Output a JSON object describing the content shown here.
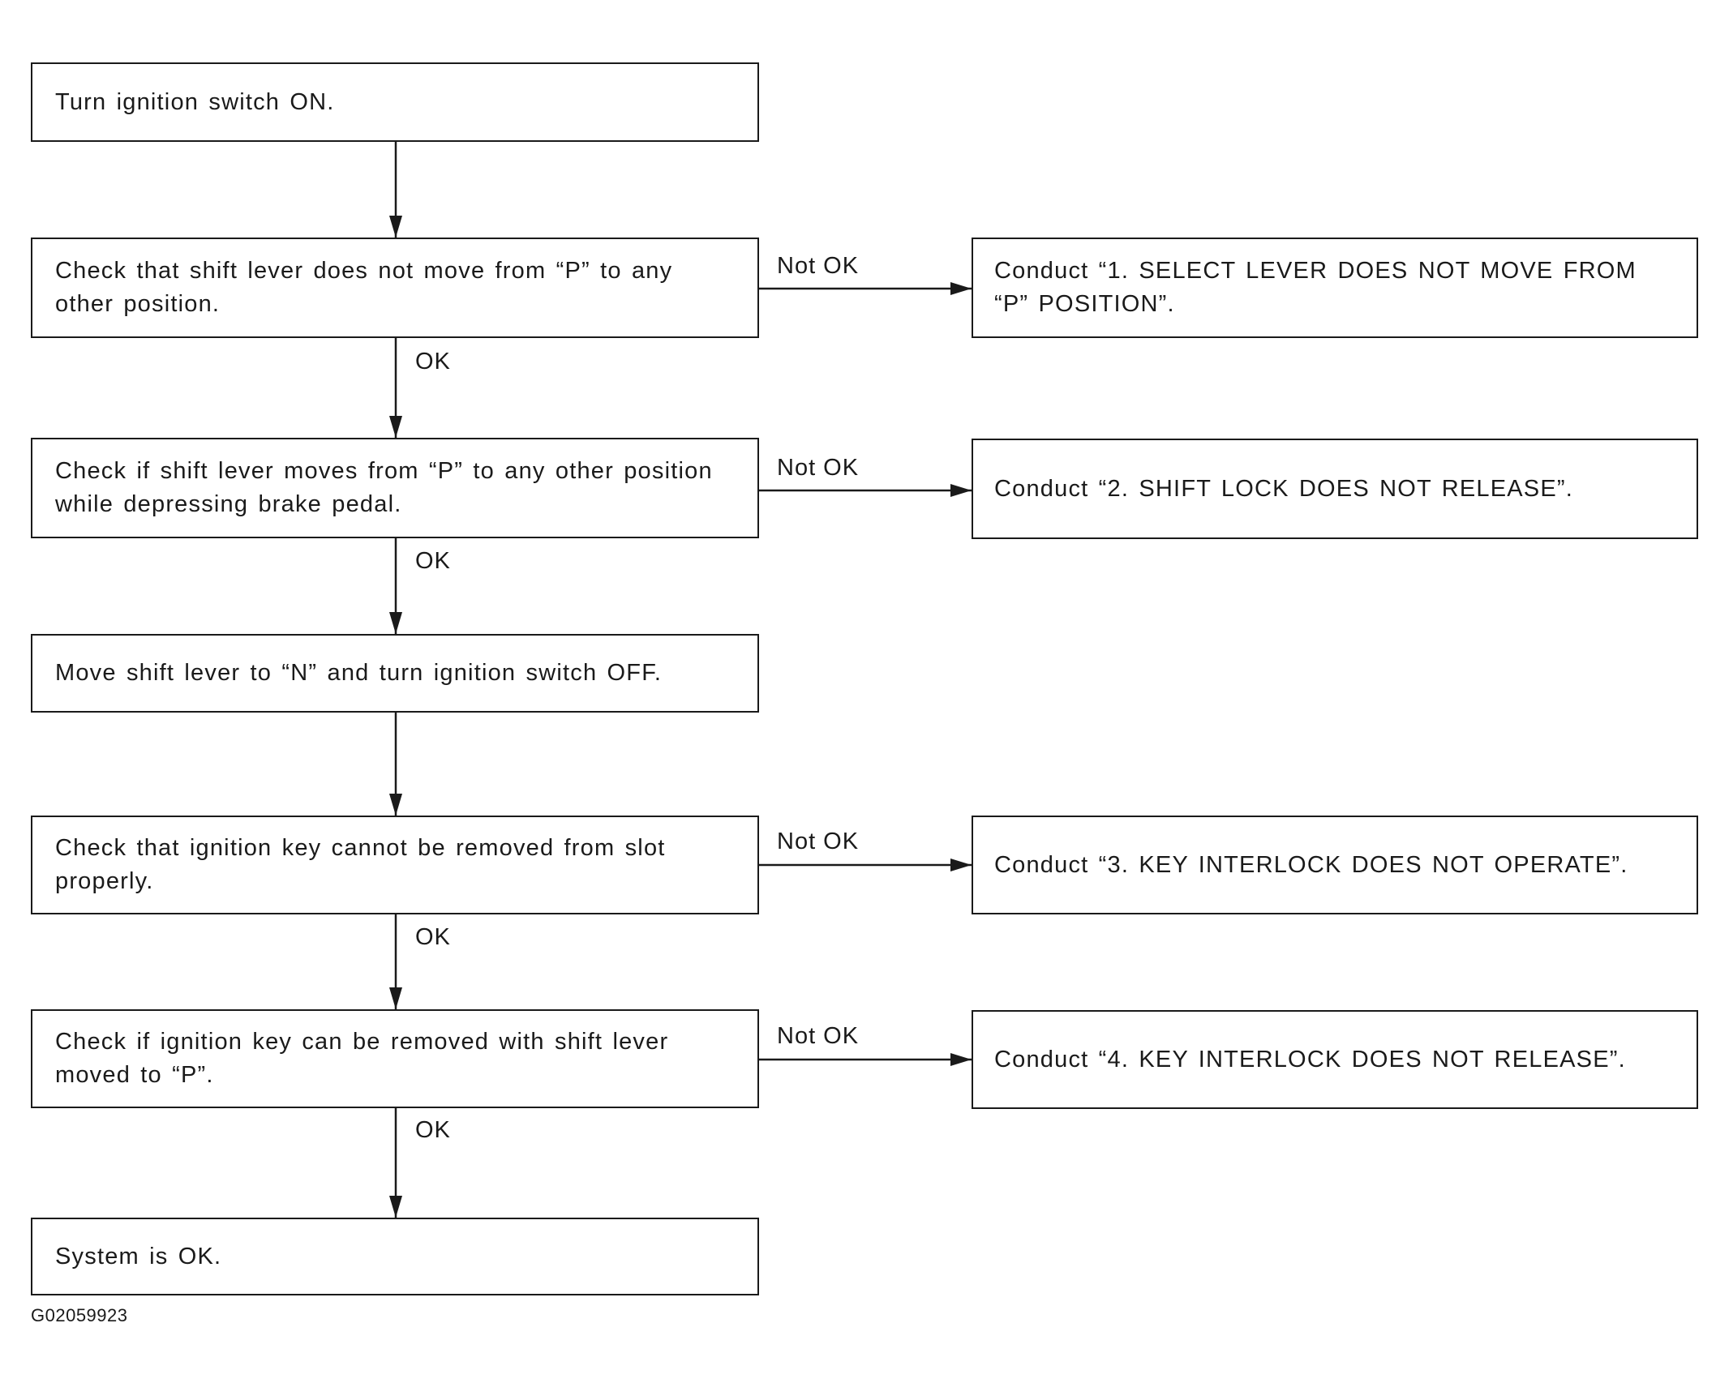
{
  "steps": {
    "s1": "Turn ignition switch ON.",
    "s2": "Check that shift lever does not move from “P” to any other position.",
    "s3": "Check if shift lever moves from “P” to any other position while depressing brake pedal.",
    "s4": "Move shift lever to “N” and turn ignition switch OFF.",
    "s5": "Check that ignition key cannot be removed from slot properly.",
    "s6": "Check if ignition key can be removed with shift lever moved to “P”.",
    "s7": "System is OK."
  },
  "actions": {
    "a1": "Conduct “1. SELECT LEVER DOES NOT MOVE FROM “P” POSITION”.",
    "a2": "Conduct “2. SHIFT LOCK DOES NOT RELEASE”.",
    "a3": "Conduct “3. KEY INTERLOCK DOES NOT OPERATE”.",
    "a4": "Conduct “4. KEY INTERLOCK DOES NOT RELEASE”."
  },
  "labels": {
    "not_ok": "Not OK",
    "ok": "OK"
  },
  "figure_id": "G02059923"
}
